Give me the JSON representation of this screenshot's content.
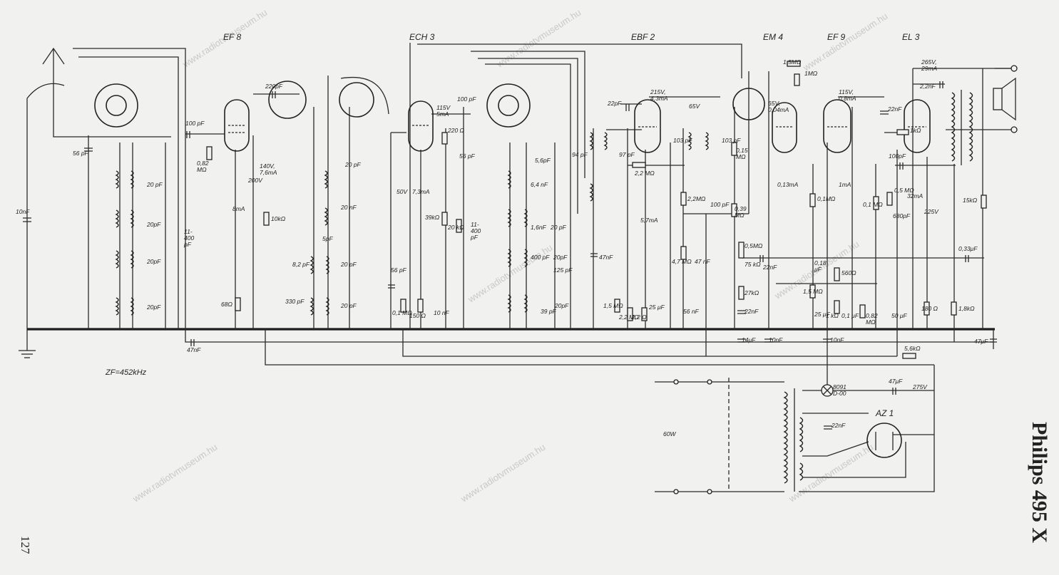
{
  "title": "Philips 495 X",
  "page_number": "127",
  "if_note": "ZF=452kHz",
  "watermark": "www.radiotvmuseum.hu",
  "tubes": [
    {
      "id": "ef8",
      "label": "EF 8"
    },
    {
      "id": "ech3",
      "label": "ECH 3"
    },
    {
      "id": "ebf2",
      "label": "EBF 2"
    },
    {
      "id": "em4",
      "label": "EM 4"
    },
    {
      "id": "ef9",
      "label": "EF 9"
    },
    {
      "id": "el3",
      "label": "EL 3"
    },
    {
      "id": "az1",
      "label": "AZ 1"
    }
  ],
  "labels": [
    "10nF",
    "56 pF",
    "20 pF",
    "20pF",
    "20pF",
    "20pF",
    "100 pF",
    "0,82 MΩ",
    "8mA",
    "200V",
    "68Ω",
    "11- 400 pF",
    "47nF",
    "220pF",
    "140V, 7,6mA",
    "10kΩ",
    "20 pF",
    "20 nF",
    "5pF",
    "8,2 pF",
    "20 pF",
    "330 pF",
    "20 pF",
    "115V 5mA",
    "50V",
    "7,3mA",
    "220 Ω",
    "56 pF",
    "39kΩ",
    "20 kΩ",
    "11- 400 pF",
    "56 pF",
    "150 Ω",
    "10 nF",
    "0,1 MΩ",
    "100 pF",
    "5,6pF",
    "6,4 nF",
    "1,6nF",
    "20 pF",
    "400 pF",
    "20pF",
    "125 pF",
    "39 pF",
    "20pF",
    "22pF",
    "215V, 4,3mA",
    "94 pF",
    "97 pF",
    "2,2 MΩ",
    "5,7mA",
    "47nF",
    "1,5 MΩ",
    "2,2 MΩ",
    "2,2 Ω",
    "25 μF",
    "4,7 MΩ",
    "56 nF",
    "103 pF",
    "2,2MΩ",
    "100 pF",
    "47 nF",
    "65V",
    "103 pF",
    "0,15 MΩ",
    "0,39 MΩ",
    "1,5MΩ",
    "1MΩ",
    "65V, 0,04mA",
    "0,13mA",
    "0,5MΩ",
    "75 kΩ",
    "22nF",
    "27kΩ",
    "22nF",
    "14μF",
    "10nF",
    "115V, 0,8mA",
    "0,1MΩ",
    "1mA",
    "0,18 μF",
    "560Ω",
    "1,5 MΩ",
    "25 μF",
    "1 kΩ",
    "0,1 μF",
    "0,82 MΩ",
    "10nF",
    "22nF",
    "1kΩ",
    "100pF",
    "0,1 MΩ",
    "0,5 MΩ",
    "680pF",
    "32mA",
    "50 μF",
    "180 Ω",
    "225V",
    "265V, 29mA",
    "2,2nF",
    "15kΩ",
    "0,33μF",
    "1,8kΩ",
    "47μF",
    "5,6kΩ",
    "8091 D-00",
    "47μF",
    "275V",
    "22nF",
    "60W"
  ]
}
